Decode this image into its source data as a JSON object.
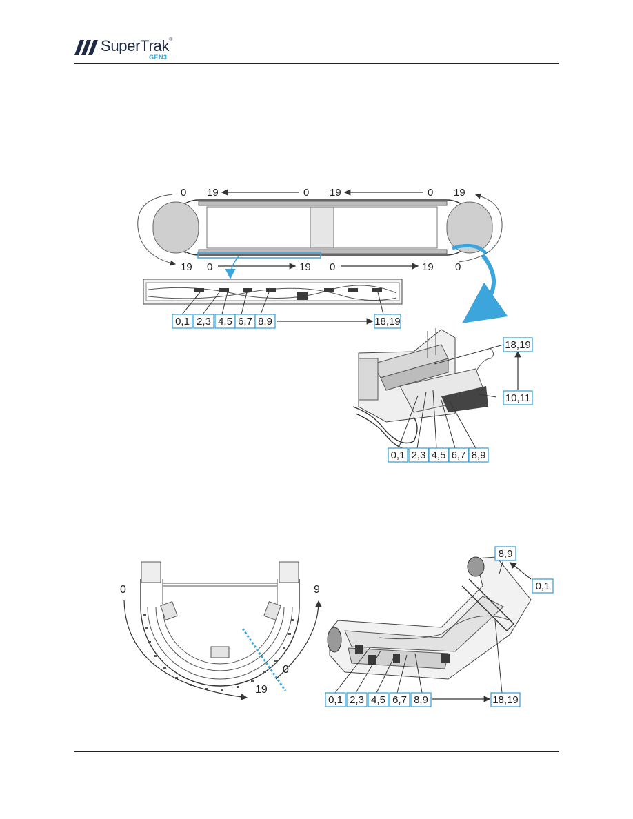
{
  "header": {
    "brand": "SuperTrak",
    "trademark": "®",
    "generation": "GEN3"
  },
  "figure_top": {
    "track_labels": {
      "top_left_0": "0",
      "top_19a": "19",
      "top_0a": "0",
      "top_19b": "19",
      "top_0b": "0",
      "top_right_19": "19",
      "bot_left_19": "19",
      "bot_0a": "0",
      "bot_19a": "19",
      "bot_0b": "0",
      "bot_19b": "19",
      "bot_right_0": "0"
    },
    "straight_boxes": [
      "0,1",
      "2,3",
      "4,5",
      "6,7",
      "8,9",
      "18,19"
    ],
    "curve_boxes": [
      "18,19",
      "10,11",
      "0,1",
      "2,3",
      "4,5",
      "6,7",
      "8,9"
    ]
  },
  "figure_bottom": {
    "left_labels": {
      "start": "0",
      "end_top": "9",
      "split_0": "0",
      "split_19": "19"
    },
    "right_boxes": [
      "8,9",
      "0,1",
      "0,1",
      "2,3",
      "4,5",
      "6,7",
      "8,9",
      "18,19"
    ]
  },
  "colors": {
    "accent": "#3ca5dc",
    "line": "#333333"
  }
}
